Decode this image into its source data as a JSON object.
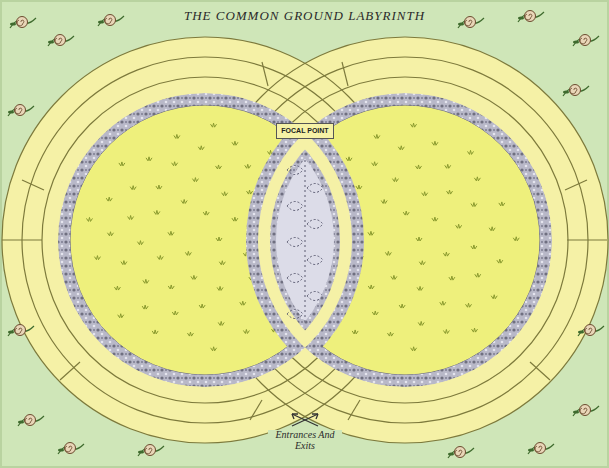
{
  "diagram": {
    "title": "THE COMMON GROUND LABYRINTH",
    "nodes": [
      {
        "text": [
          "FOCAL POINT"
        ]
      }
    ],
    "labels": [
      "Entrances And Exits"
    ]
  }
}
